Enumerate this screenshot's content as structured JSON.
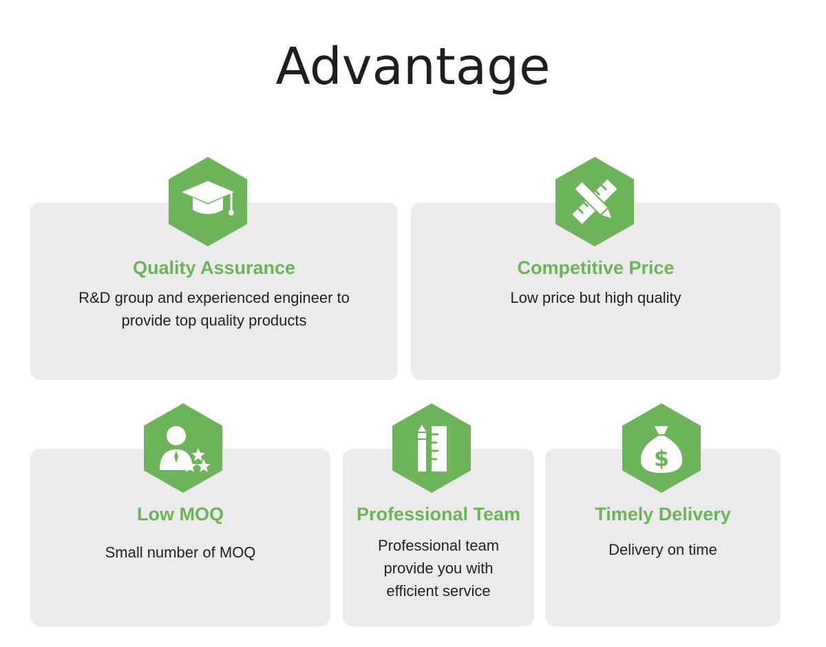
{
  "page": {
    "title": "Advantage"
  },
  "theme": {
    "accent": "#6db35a",
    "card_background": "#ebebeb",
    "text": "#222222"
  },
  "advantages": [
    {
      "icon": "graduation-cap-icon",
      "title": "Quality Assurance",
      "lines": [
        "R&D group and experienced engineer to",
        "provide top quality products"
      ]
    },
    {
      "icon": "pencil-ruler-icon",
      "title": "Competitive Price",
      "lines": [
        "Low price but high quality"
      ]
    },
    {
      "icon": "user-stars-icon",
      "title": "Low MOQ",
      "lines": [
        "Small number of MOQ"
      ]
    },
    {
      "icon": "pencil-ruler-tools-icon",
      "title": "Professional Team",
      "lines": [
        "Professional team",
        "provide you with",
        "efficient service"
      ]
    },
    {
      "icon": "money-bag-icon",
      "title": "Timely Delivery",
      "lines": [
        "Delivery on time"
      ]
    }
  ]
}
